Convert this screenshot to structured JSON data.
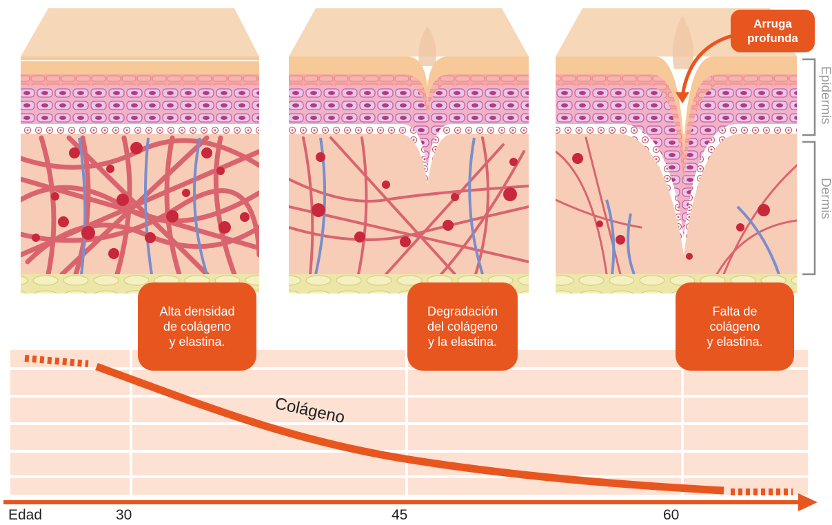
{
  "callouts": {
    "high": "Alta densidad\nde colágeno\ny elastina.",
    "degradation": "Degradación\ndel colágeno\ny la elastina.",
    "lack": "Falta de\ncolágeno\ny elastina."
  },
  "deep_wrinkle": "Arruga\nprofunda",
  "layers": {
    "epidermis": "Epidermis",
    "dermis": "Dermis"
  },
  "curve_label": "Colágeno",
  "axis": {
    "label": "Edad",
    "ticks": [
      "30",
      "45",
      "60"
    ]
  },
  "colors": {
    "accent": "#e8561f",
    "skin_top": "#f6d7b8",
    "dermis": "#f5c7b3",
    "collagen": "#d9646e",
    "elastin": "#7b8ec9",
    "fat": "#ece6a8",
    "grid_bg": "#fde1d2"
  }
}
